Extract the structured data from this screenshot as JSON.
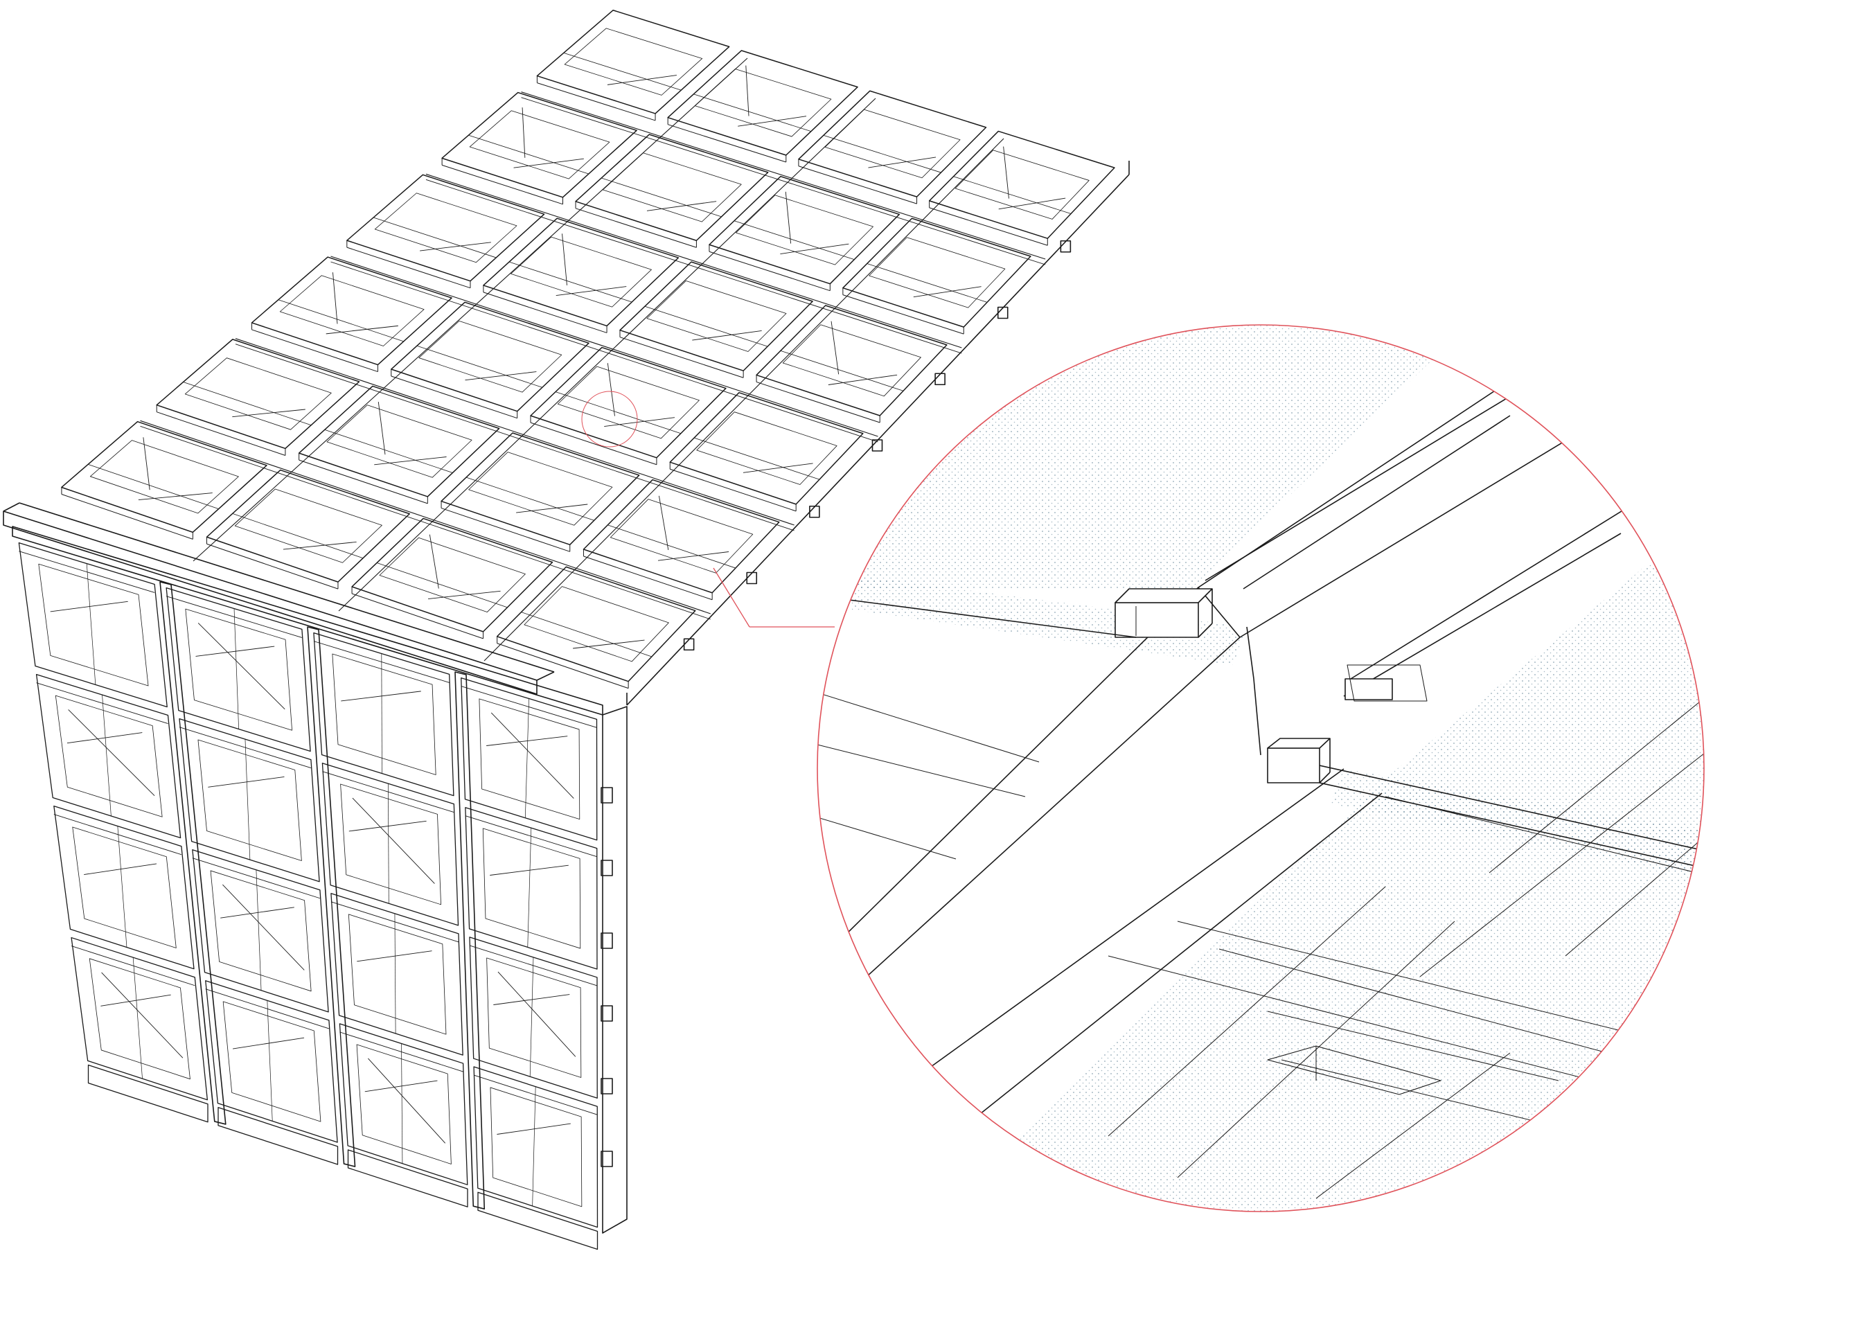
{
  "drawing": {
    "type": "axonometric-construction-detail",
    "line_color": "#1a1a1a",
    "callout_color": "#e0525a",
    "hatch_color": "#5d7f93",
    "background": "#ffffff",
    "parts": [
      "roof-assembly",
      "wall-assembly",
      "detail-callout",
      "enlarged-joint-detail"
    ]
  }
}
